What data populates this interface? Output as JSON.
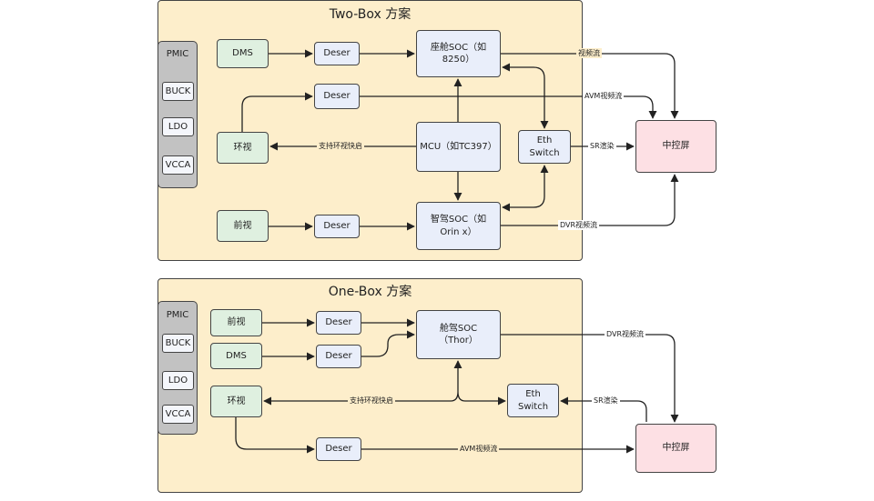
{
  "two_box": {
    "title": "Two-Box 方案",
    "pmic": {
      "title": "PMIC",
      "items": [
        "BUCK",
        "LDO",
        "VCCA"
      ]
    },
    "nodes": {
      "dms": "DMS",
      "deser1": "Deser",
      "deser2": "Deser",
      "deser3": "Deser",
      "cockpit_soc": "座舱SOC（如8250）",
      "surround": "环视",
      "mcu": "MCU（如TC397）",
      "eth": "Eth Switch",
      "front": "前视",
      "adas_soc": "智驾SOC（如Orin x）",
      "display": "中控屏"
    },
    "edges": {
      "video": "视频流",
      "avm": "AVM视频流",
      "fast_boot": "支持环视快启",
      "sr": "SR渲染",
      "dvr": "DVR视频流"
    }
  },
  "one_box": {
    "title": "One-Box 方案",
    "pmic": {
      "title": "PMIC",
      "items": [
        "BUCK",
        "LDO",
        "VCCA"
      ]
    },
    "nodes": {
      "front": "前视",
      "dms": "DMS",
      "surround": "环视",
      "deser1": "Deser",
      "deser2": "Deser",
      "deser3": "Deser",
      "soc": "舱驾SOC（Thor）",
      "eth": "Eth Switch",
      "display": "中控屏"
    },
    "edges": {
      "dvr": "DVR视频流",
      "fast_boot": "支持环视快启",
      "sr": "SR渲染",
      "avm": "AVM视频流"
    }
  }
}
